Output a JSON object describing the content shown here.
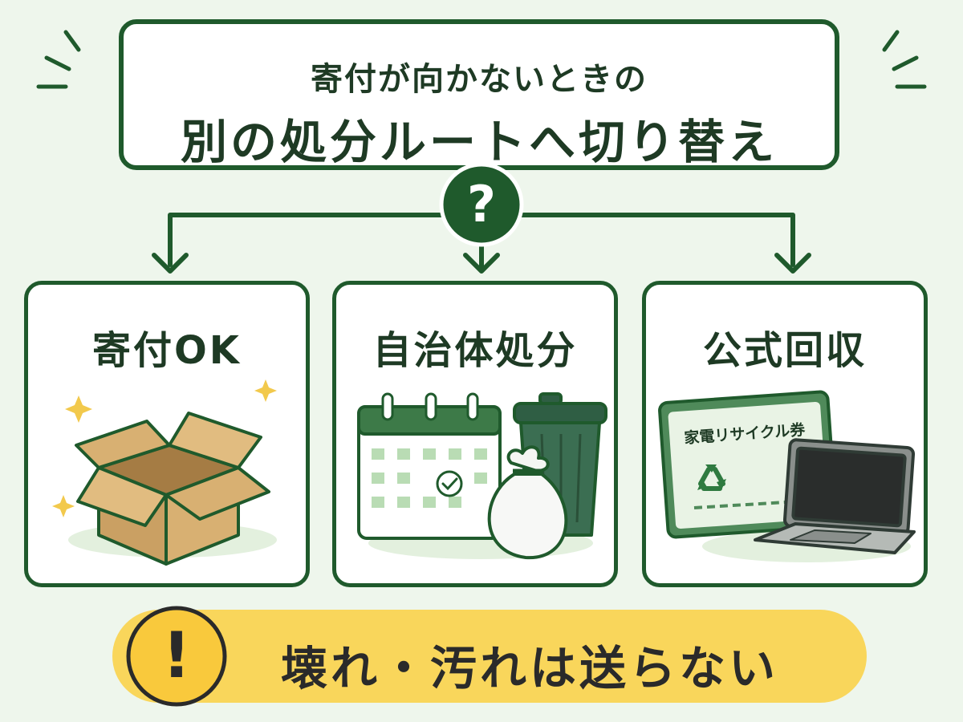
{
  "title": {
    "line1": "寄付が向かないときの",
    "line2": "別の処分ルートへ切り替え"
  },
  "decision": {
    "symbol": "?"
  },
  "routes": [
    {
      "title": "寄付OK",
      "illustration": "open-cardboard-box"
    },
    {
      "title": "自治体処分",
      "illustration": "calendar-trash-can-bag"
    },
    {
      "title": "公式回収",
      "illustration": "recycle-ticket-laptop"
    }
  ],
  "ticket": {
    "label": "家電リサイクル券"
  },
  "warning": {
    "symbol": "!",
    "text": "壊れ・汚れは送らない"
  },
  "colors": {
    "primary_green": "#1f5a2c",
    "background": "#eef6ec",
    "warning_yellow": "#f9d65b",
    "box_tan": "#d8b072",
    "sparkle": "#f2c94c"
  }
}
